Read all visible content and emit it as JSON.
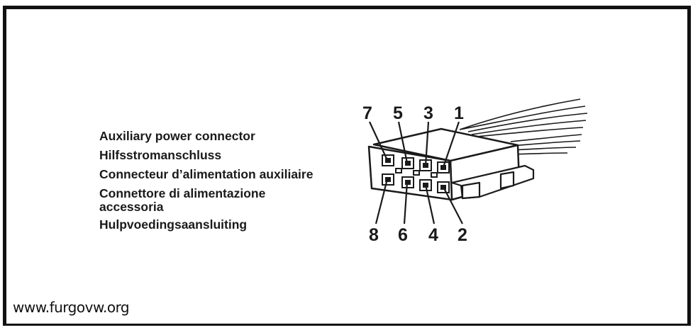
{
  "labels": {
    "en": "Auxiliary power connector",
    "de": "Hilfsstromanschluss",
    "fr": "Connecteur d’alimentation auxiliaire",
    "it": "Connettore di alimentazione accessoria",
    "nl": "Hulpvoedingsaansluiting"
  },
  "pins": {
    "top": [
      "7",
      "5",
      "3",
      "1"
    ],
    "bottom": [
      "8",
      "6",
      "4",
      "2"
    ]
  },
  "watermark": "www.furgovw.org",
  "colors": {
    "line": "#1a1a1a",
    "fill": "#ffffff",
    "frame": "#111111"
  }
}
